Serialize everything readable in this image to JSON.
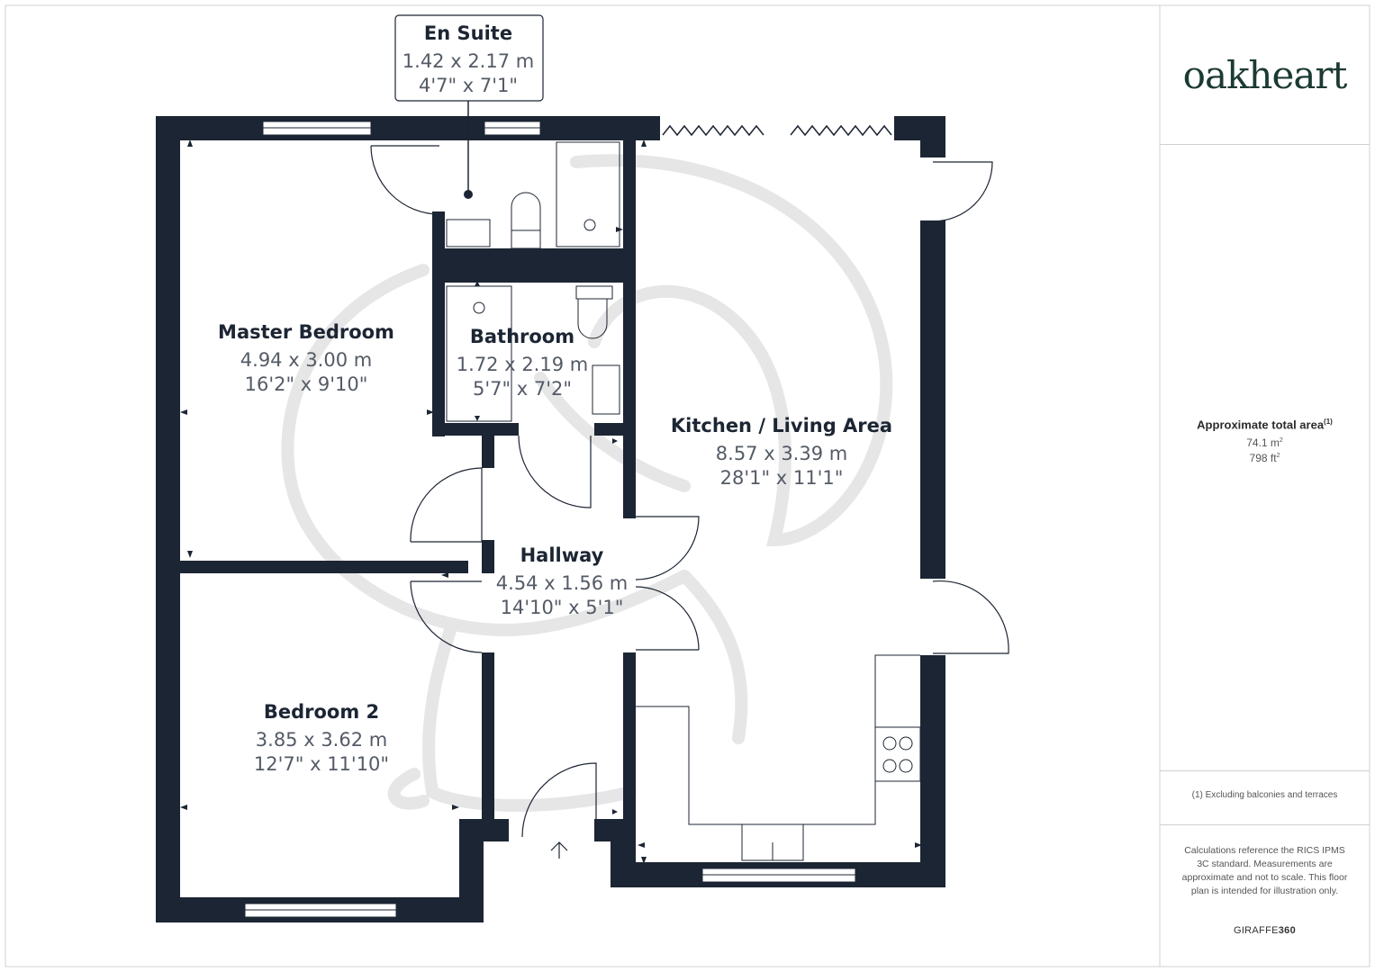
{
  "brand": {
    "logo_text": "oakheart",
    "footer_prefix": "GIRAFFE",
    "footer_suffix": "360"
  },
  "colors": {
    "wall": "#1c2533",
    "text_dark": "#1c2533",
    "text_dim": "#545b66",
    "watermark": "#e6e6e6",
    "logo": "#1b3a33"
  },
  "rooms": [
    {
      "name": "En Suite",
      "metric": "1.42 x 2.17 m",
      "imperial": "4'7\" x 7'1\""
    },
    {
      "name": "Master Bedroom",
      "metric": "4.94 x 3.00 m",
      "imperial": "16'2\" x 9'10\""
    },
    {
      "name": "Bathroom",
      "metric": "1.72 x 2.19 m",
      "imperial": "5'7\" x 7'2\""
    },
    {
      "name": "Kitchen / Living Area",
      "metric": "8.57 x 3.39 m",
      "imperial": "28'1\" x 11'1\""
    },
    {
      "name": "Hallway",
      "metric": "4.54 x 1.56 m",
      "imperial": "14'10\" x 5'1\""
    },
    {
      "name": "Bedroom 2",
      "metric": "3.85 x 3.62 m",
      "imperial": "12'7\" x 11'10\""
    }
  ],
  "summary": {
    "title": "Approximate total area",
    "title_note": "(1)",
    "area_m2": "74.1 m",
    "area_m2_sup": "2",
    "area_ft2": "798 ft",
    "area_ft2_sup": "2",
    "footnote": "(1) Excluding balconies and terraces",
    "disclaimer": "Calculations reference the RICS IPMS 3C standard. Measurements are approximate and not to scale. This floor plan is intended for illustration only."
  }
}
